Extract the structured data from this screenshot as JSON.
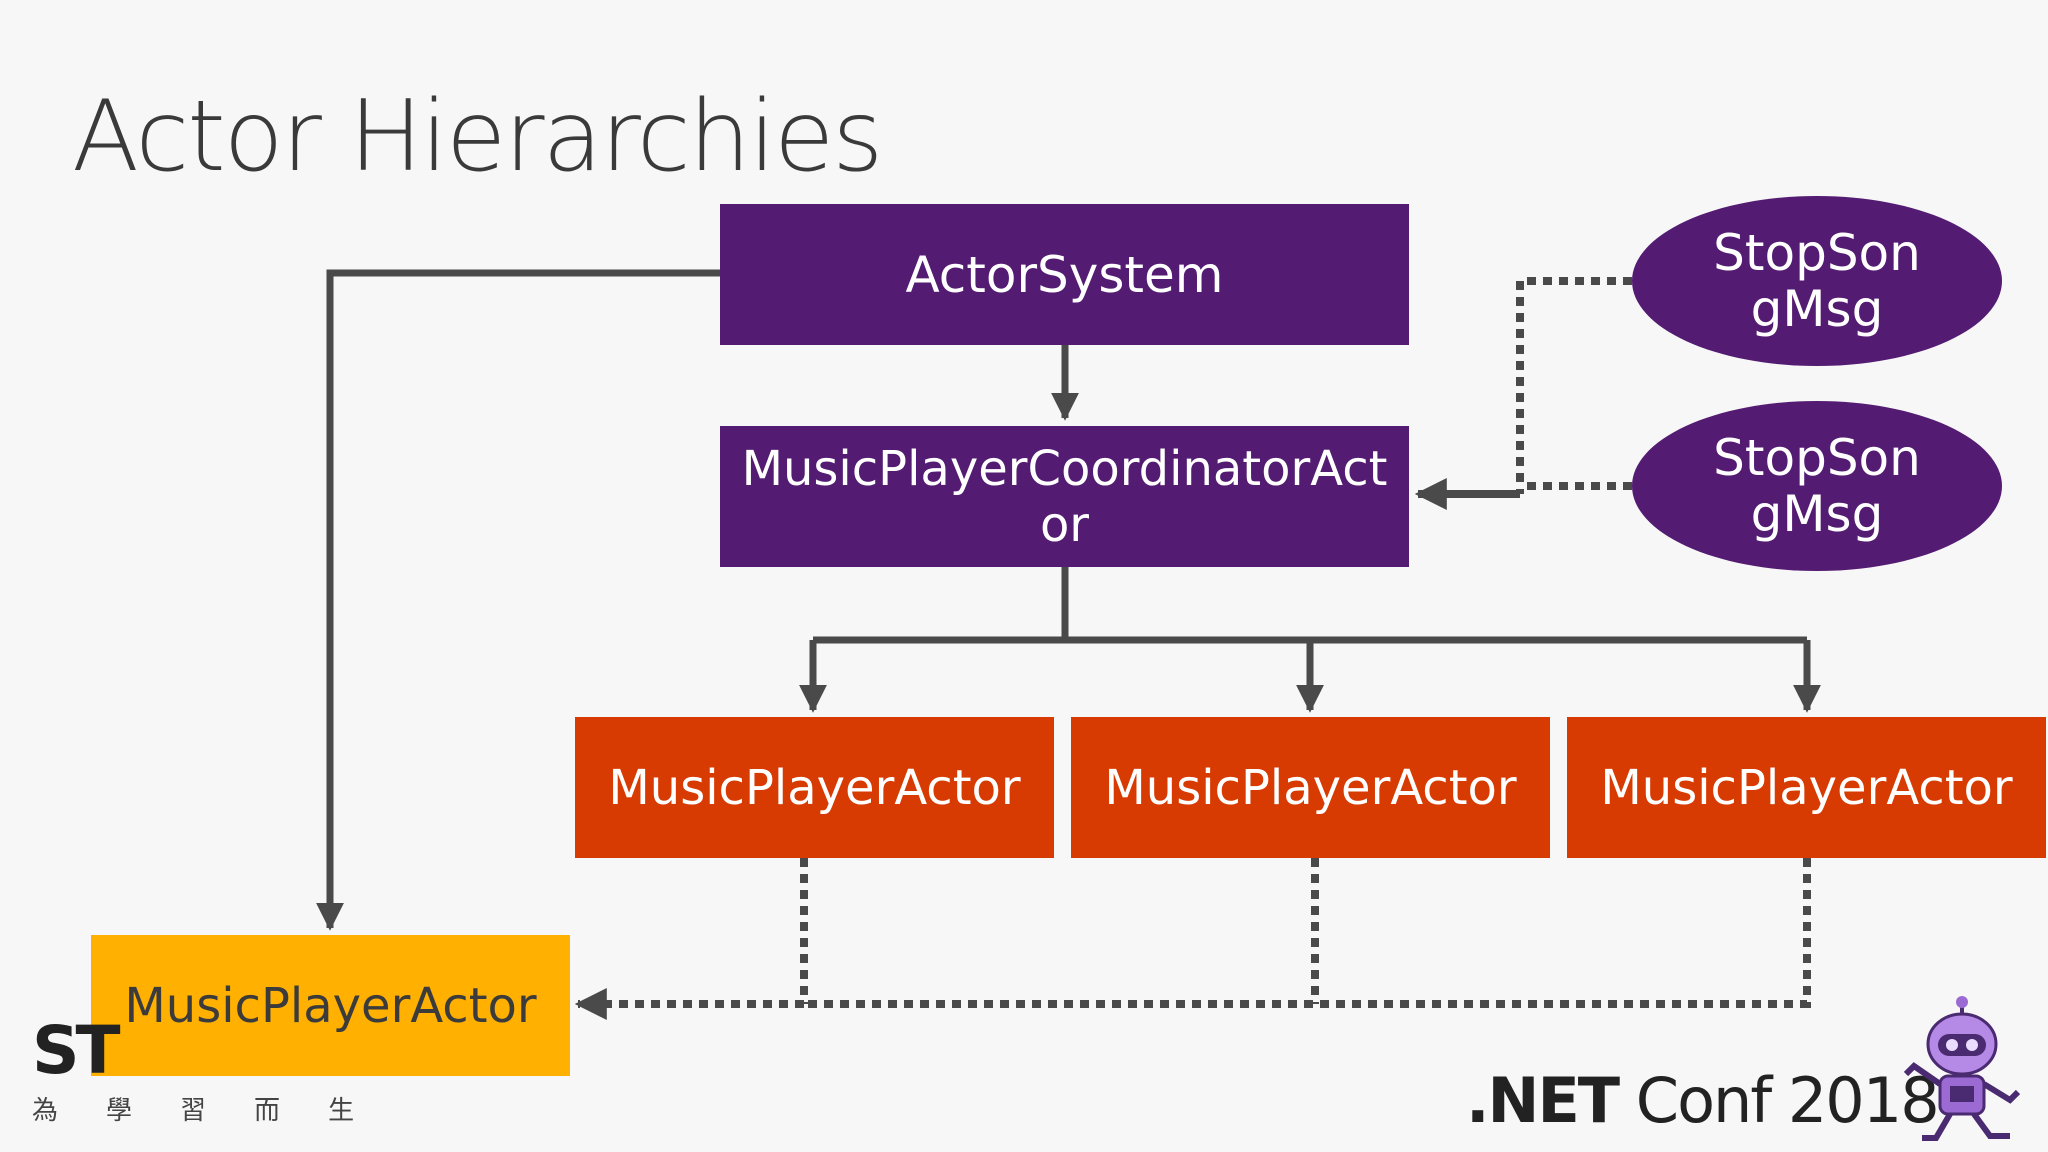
{
  "slide": {
    "title": "Actor Hierarchies"
  },
  "nodes": {
    "actor_system": "ActorSystem",
    "coordinator_line1": "MusicPlayerCoordinatorAct",
    "coordinator_line2": "or",
    "msg1_line1": "StopSon",
    "msg1_line2": "gMsg",
    "msg2_line1": "StopSon",
    "msg2_line2": "gMsg",
    "child1": "MusicPlayerActor",
    "child2": "MusicPlayerActor",
    "child3": "MusicPlayerActor",
    "orphan": "MusicPlayerActor"
  },
  "watermark": {
    "logo": "ST",
    "chars": [
      "為",
      "學",
      "習",
      "而",
      "生"
    ]
  },
  "footer": {
    "brand": ".NET",
    "rest": " Conf 2018"
  },
  "colors": {
    "purple": "#531b71",
    "red": "#d73b02",
    "orange": "#ffb000",
    "connector": "#4a4a4a",
    "background": "#f7f7f7"
  },
  "icons": [
    "dotnet-bot-mascot-icon"
  ]
}
